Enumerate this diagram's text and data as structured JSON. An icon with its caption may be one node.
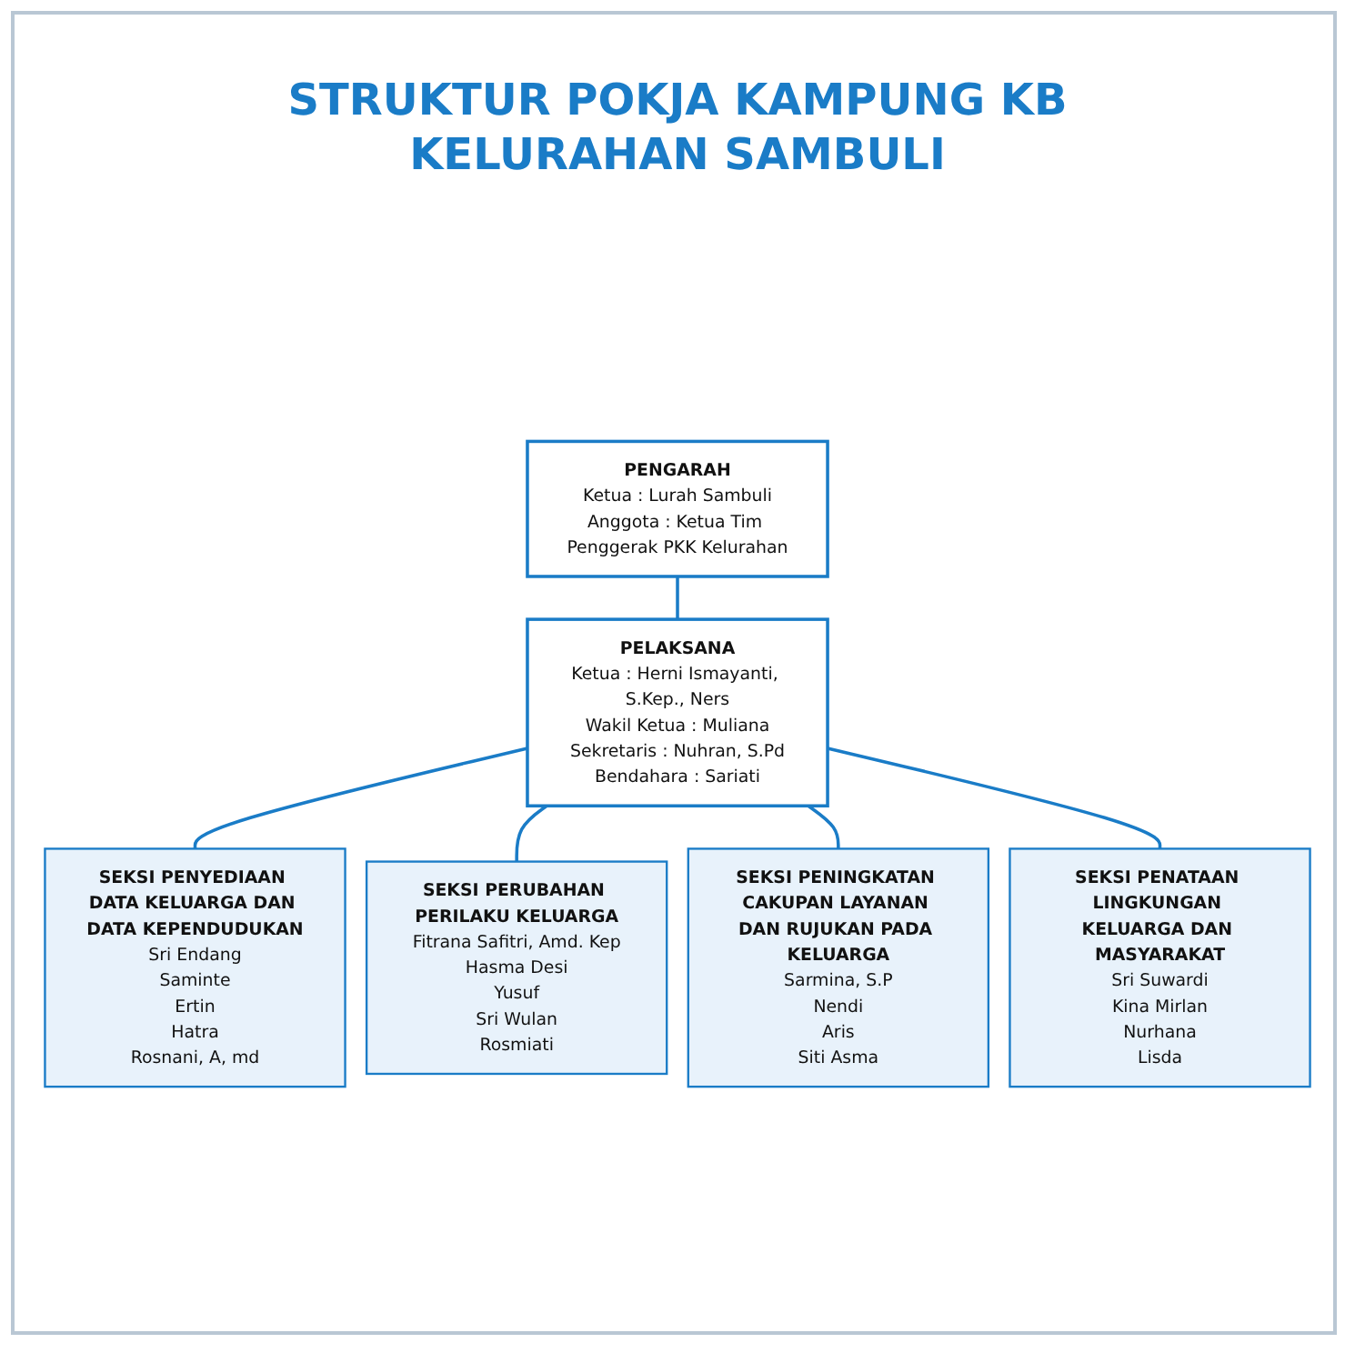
{
  "diagram": {
    "title": "STRUKTUR POKJA KAMPUNG KB KELURAHAN SAMBULI",
    "nodes": [
      {
        "text": [
          "PENGARAH",
          "Ketua : Lurah Sambuli",
          "Anggota : Ketua Tim Penggerak PKK Kelurahan"
        ]
      },
      {
        "text": [
          "PELAKSANA",
          "Ketua : Herni Ismayanti, S.Kep., Ners",
          "Wakil Ketua : Muliana",
          "Sekretaris : Nuhran, S.Pd",
          "Bendahara : Sariati"
        ]
      },
      {
        "text": [
          "SEKSI PENYEDIAAN DATA KELUARGA DAN DATA KEPENDUDUKAN",
          "Sri Endang",
          "Saminte",
          "Ertin",
          "Hatra",
          "Rosnani, A, md"
        ]
      },
      {
        "text": [
          "SEKSI PERUBAHAN PERILAKU KELUARGA",
          "Fitrana Safitri, Amd. Kep",
          "Hasma Desi",
          "Yusuf",
          "Sri Wulan",
          "Rosmiati"
        ]
      },
      {
        "text": [
          "SEKSI PENINGKATAN CAKUPAN LAYANAN DAN RUJUKAN PADA KELUARGA",
          "Sarmina, S.P",
          "Nendi",
          "Aris",
          "Siti Asma"
        ]
      },
      {
        "text": [
          "SEKSI PENATAAN LINGKUNGAN KELUARGA DAN MASYARAKAT",
          "Sri Suwardi",
          "Kina Mirlan",
          "Nurhana",
          "Lisda"
        ]
      }
    ],
    "edges": [
      {
        "from": 0,
        "to": 1,
        "arrow": "none"
      },
      {
        "from": 1,
        "to": 2,
        "arrow": "none"
      },
      {
        "from": 1,
        "to": 3,
        "arrow": "none"
      },
      {
        "from": 1,
        "to": 4,
        "arrow": "none"
      },
      {
        "from": 1,
        "to": 5,
        "arrow": "none"
      }
    ]
  }
}
